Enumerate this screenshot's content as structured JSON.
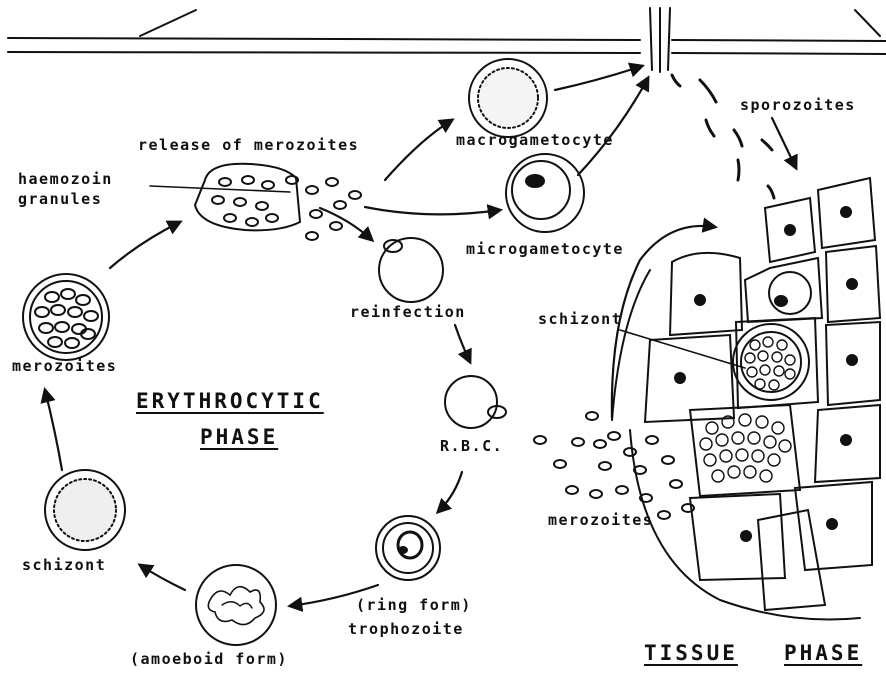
{
  "labels": {
    "release_of_merozoites": "release of merozoites",
    "haemozoin_granules_line1": "haemozoin",
    "haemozoin_granules_line2": "granules",
    "macrogametocyte": "macrogametocyte",
    "microgametocyte": "microgametocyte",
    "sporozoites": "sporozoites",
    "reinfection": "reinfection",
    "merozoites_left": "merozoites",
    "schizont_tissue": "schizont",
    "erythrocytic_phase_line1": "ERYTHROCYTIC",
    "erythrocytic_phase_line2": "PHASE",
    "rbc": "R.B.C.",
    "merozoites_tissue": "merozoites",
    "schizont_left": "schizont",
    "ring_form": "(ring form)",
    "trophozoite": "trophozoite",
    "amoeboid_form": "(amoeboid form)",
    "tissue_phase_word1": "TISSUE",
    "tissue_phase_word2": "PHASE"
  },
  "colors": {
    "ink": "#111111",
    "background": "#ffffff"
  }
}
